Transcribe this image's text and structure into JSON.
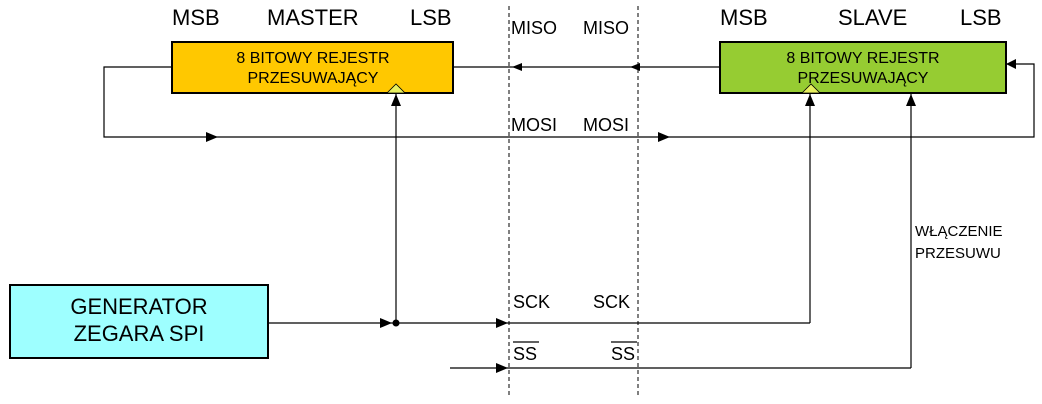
{
  "master": {
    "msb": "MSB",
    "title": "MASTER",
    "lsb": "LSB",
    "register_line1": "8 BITOWY REJESTR",
    "register_line2": "PRZESUWAJĄCY",
    "color": "#FFC800"
  },
  "slave": {
    "msb": "MSB",
    "title": "SLAVE",
    "lsb": "LSB",
    "register_line1": "8 BITOWY REJESTR",
    "register_line2": "PRZESUWAJĄCY",
    "color": "#96CC32"
  },
  "generator": {
    "line1": "GENERATOR",
    "line2": "ZEGARA SPI",
    "color": "#9EFFFF"
  },
  "signals": {
    "miso_left": "MISO",
    "miso_right": "MISO",
    "mosi_left": "MOSI",
    "mosi_right": "MOSI",
    "sck_left": "SCK",
    "sck_right": "SCK",
    "ss_left": "SS",
    "ss_right": "SS"
  },
  "enable_label": {
    "line1": "WŁĄCZENIE",
    "line2": "PRZESUWU"
  }
}
